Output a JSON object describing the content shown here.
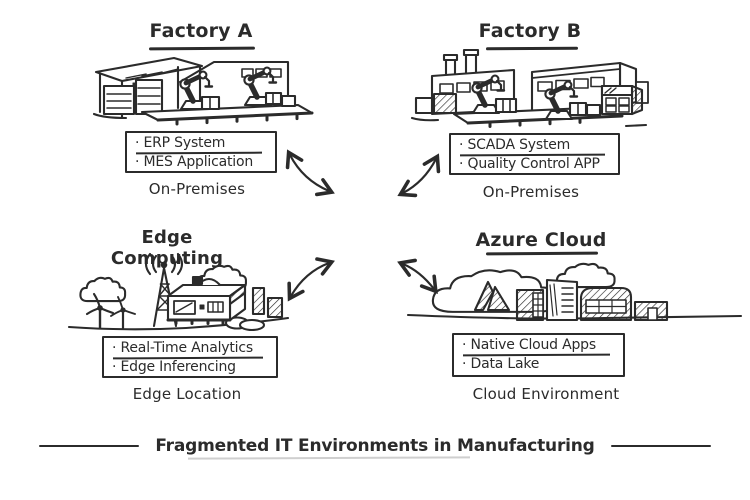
{
  "colors": {
    "ink": "#2b2b2b",
    "background": "#ffffff",
    "faint_underline": "#cfcfcf"
  },
  "quadrants": {
    "factory_a": {
      "title": "Factory A",
      "items": [
        "· ERP System",
        "· MES Application"
      ],
      "caption": "On-Premises",
      "illustration": "factory-with-robotic-arms"
    },
    "factory_b": {
      "title": "Factory B",
      "items": [
        "· SCADA System",
        "· Quality Control APP"
      ],
      "caption": "On-Premises",
      "illustration": "factory-buildings-with-robotic-arms"
    },
    "edge": {
      "title": "Edge Computing",
      "items": [
        "· Real-Time Analytics",
        "· Edge Inferencing"
      ],
      "caption": "Edge Location",
      "illustration": "edge-device-radio-tower-wind-turbines"
    },
    "azure": {
      "title": "Azure Cloud",
      "items": [
        "· Native Cloud Apps",
        "· Data Lake"
      ],
      "caption": "Cloud Environment",
      "illustration": "azure-cloud-logo-with-city-buildings"
    }
  },
  "connections": [
    "factory-a ↔ center",
    "factory-b ↔ center",
    "edge-computing ↔ center",
    "azure-cloud ↔ center"
  ],
  "footer": {
    "title": "Fragmented IT Environments in Manufacturing"
  }
}
